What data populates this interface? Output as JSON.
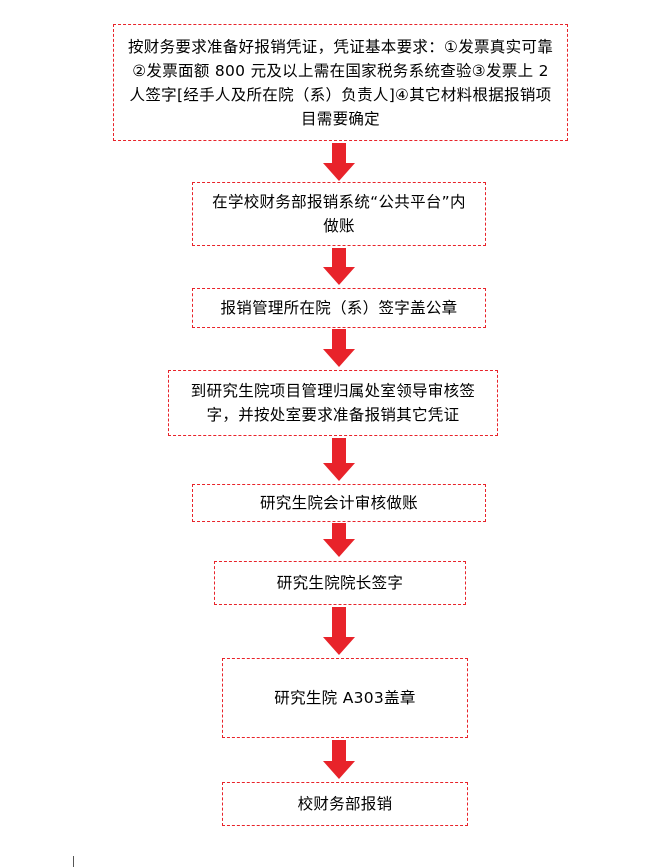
{
  "steps": [
    "按财务要求准备好报销凭证，凭证基本要求：①发票真实可靠②发票面额 800 元及以上需在国家税务系统查验③发票上 2 人签字[经手人及所在院（系）负责人]④其它材料根据报销项目需要确定",
    "在学校财务部报销系统“公共平台”内做账",
    "报销管理所在院（系）签字盖公章",
    "到研究生院项目管理归属处室领导审核签字，并按处室要求准备报销其它凭证",
    "研究生院会计审核做账",
    "研究生院院长签字",
    "研究生院 A303盖章",
    "校财务部报销"
  ],
  "colors": {
    "border": "#e8232a",
    "arrow": "#e8232a"
  }
}
